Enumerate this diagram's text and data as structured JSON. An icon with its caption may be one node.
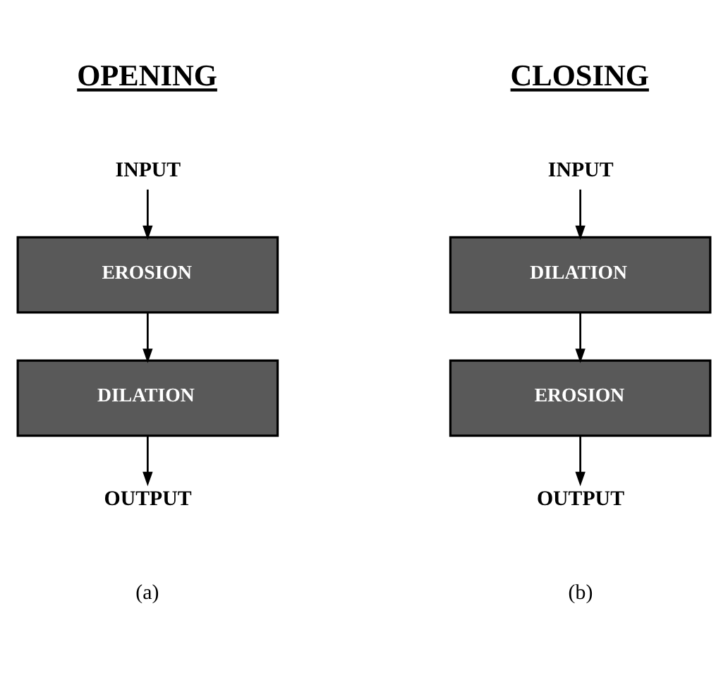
{
  "diagram": {
    "nodes": [
      {
        "text": [
          "INPUT"
        ]
      },
      {
        "text": [
          "EROSION"
        ]
      },
      {
        "text": [
          "DILATION"
        ]
      },
      {
        "text": [
          "OUTPUT"
        ]
      },
      {
        "text": [
          "INPUT"
        ]
      },
      {
        "text": [
          "DILATION"
        ]
      },
      {
        "text": [
          "EROSION"
        ]
      },
      {
        "text": [
          "OUTPUT"
        ]
      }
    ],
    "edges": [
      {
        "from": 0,
        "to": 1,
        "arrow": "to"
      },
      {
        "from": 1,
        "to": 2,
        "arrow": "to"
      },
      {
        "from": 2,
        "to": 3,
        "arrow": "to"
      },
      {
        "from": 4,
        "to": 5,
        "arrow": "to"
      },
      {
        "from": 5,
        "to": 6,
        "arrow": "to"
      },
      {
        "from": 6,
        "to": 7,
        "arrow": "to"
      }
    ],
    "labels": [
      "OPENING",
      "CLOSING",
      "(a)",
      "(b)"
    ]
  }
}
